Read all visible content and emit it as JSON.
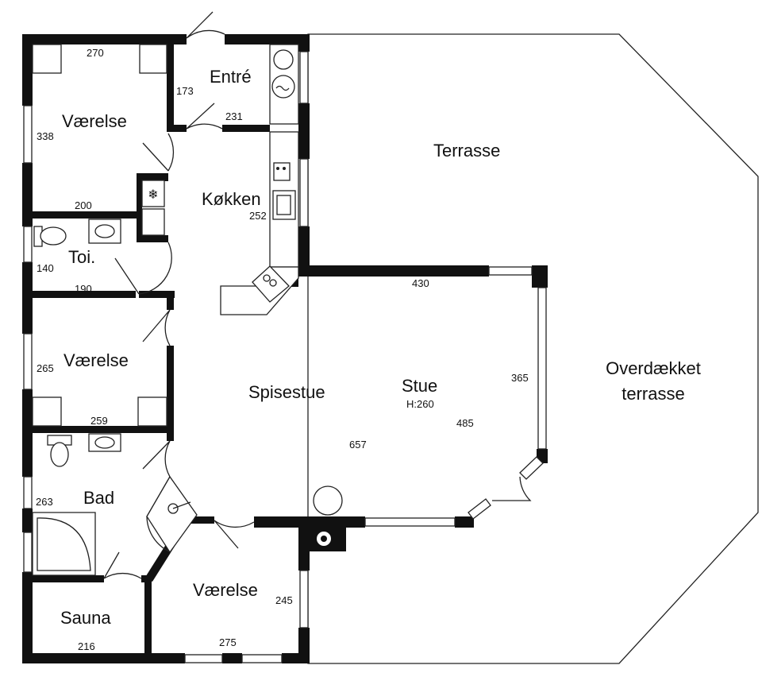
{
  "rooms": {
    "bedroom_top": "Værelse",
    "entry": "Entré",
    "kitchen": "Køkken",
    "toilet": "Toi.",
    "bedroom_mid": "Værelse",
    "dining": "Spisestue",
    "living": "Stue",
    "living_height": "H:260",
    "bath": "Bad",
    "sauna": "Sauna",
    "bedroom_bottom": "Værelse",
    "terrace": "Terrasse",
    "covered_terrace_line1": "Overdækket",
    "covered_terrace_line2": "terrasse"
  },
  "dimensions": {
    "bedroom_top_width": "270",
    "bedroom_top_depth": "338",
    "bedroom_top_inner": "200",
    "entry_depth": "173",
    "entry_width": "231",
    "kitchen_depth": "252",
    "toilet_depth": "140",
    "toilet_width": "190",
    "bedroom_mid_depth": "265",
    "bedroom_mid_width": "259",
    "living_top": "430",
    "living_right": "365",
    "living_diag": "485",
    "dining_length": "657",
    "bath_depth": "263",
    "sauna_width": "216",
    "bedroom_bottom_depth": "245",
    "bedroom_bottom_width": "275"
  },
  "icons": [
    "snowflake-icon",
    "sink-icon",
    "toilet-icon",
    "stove-icon",
    "dishwasher-icon",
    "fireplace-icon",
    "bathtub-icon",
    "shower-icon"
  ]
}
